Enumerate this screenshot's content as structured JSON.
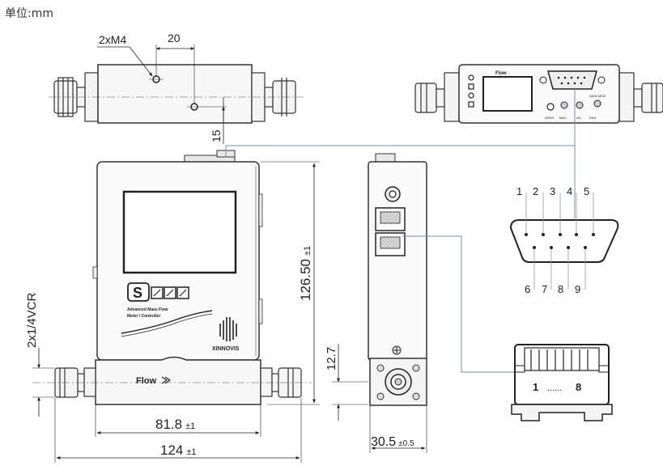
{
  "header": {
    "unit_label": "单位:mm"
  },
  "top_view": {
    "hole_label": "2xM4",
    "dim_hole_spacing": "20",
    "dim_hole_offset": "15"
  },
  "front_view": {
    "flow_label": "Flow",
    "brand_name": "XINNOVIS",
    "model_letter": "S",
    "tagline_line1": "Advanced Mass Flow",
    "tagline_line2": "Meter / Controller",
    "dim_height": "126.50",
    "dim_height_tol": "±1",
    "dim_body_width": "81.8",
    "dim_body_width_tol": "±1",
    "dim_total_width": "124",
    "dim_total_width_tol": "±1",
    "fitting_label": "2x1/4VCR"
  },
  "side_view": {
    "dim_port_height": "12.7",
    "dim_depth": "30.5",
    "dim_depth_tol": "±0.5"
  },
  "db9_connector": {
    "top_pins": [
      "1",
      "2",
      "3",
      "4",
      "5"
    ],
    "bottom_pins": [
      "6",
      "7",
      "8",
      "9"
    ]
  },
  "rj45_connector": {
    "pin_first": "1",
    "pin_dots": "......",
    "pin_last": "8"
  },
  "rear_view": {
    "flow_label": "Flow",
    "button_labels": [
      "ZERO",
      "MAC",
      "AO",
      "DAS",
      "DATA MOD"
    ]
  }
}
